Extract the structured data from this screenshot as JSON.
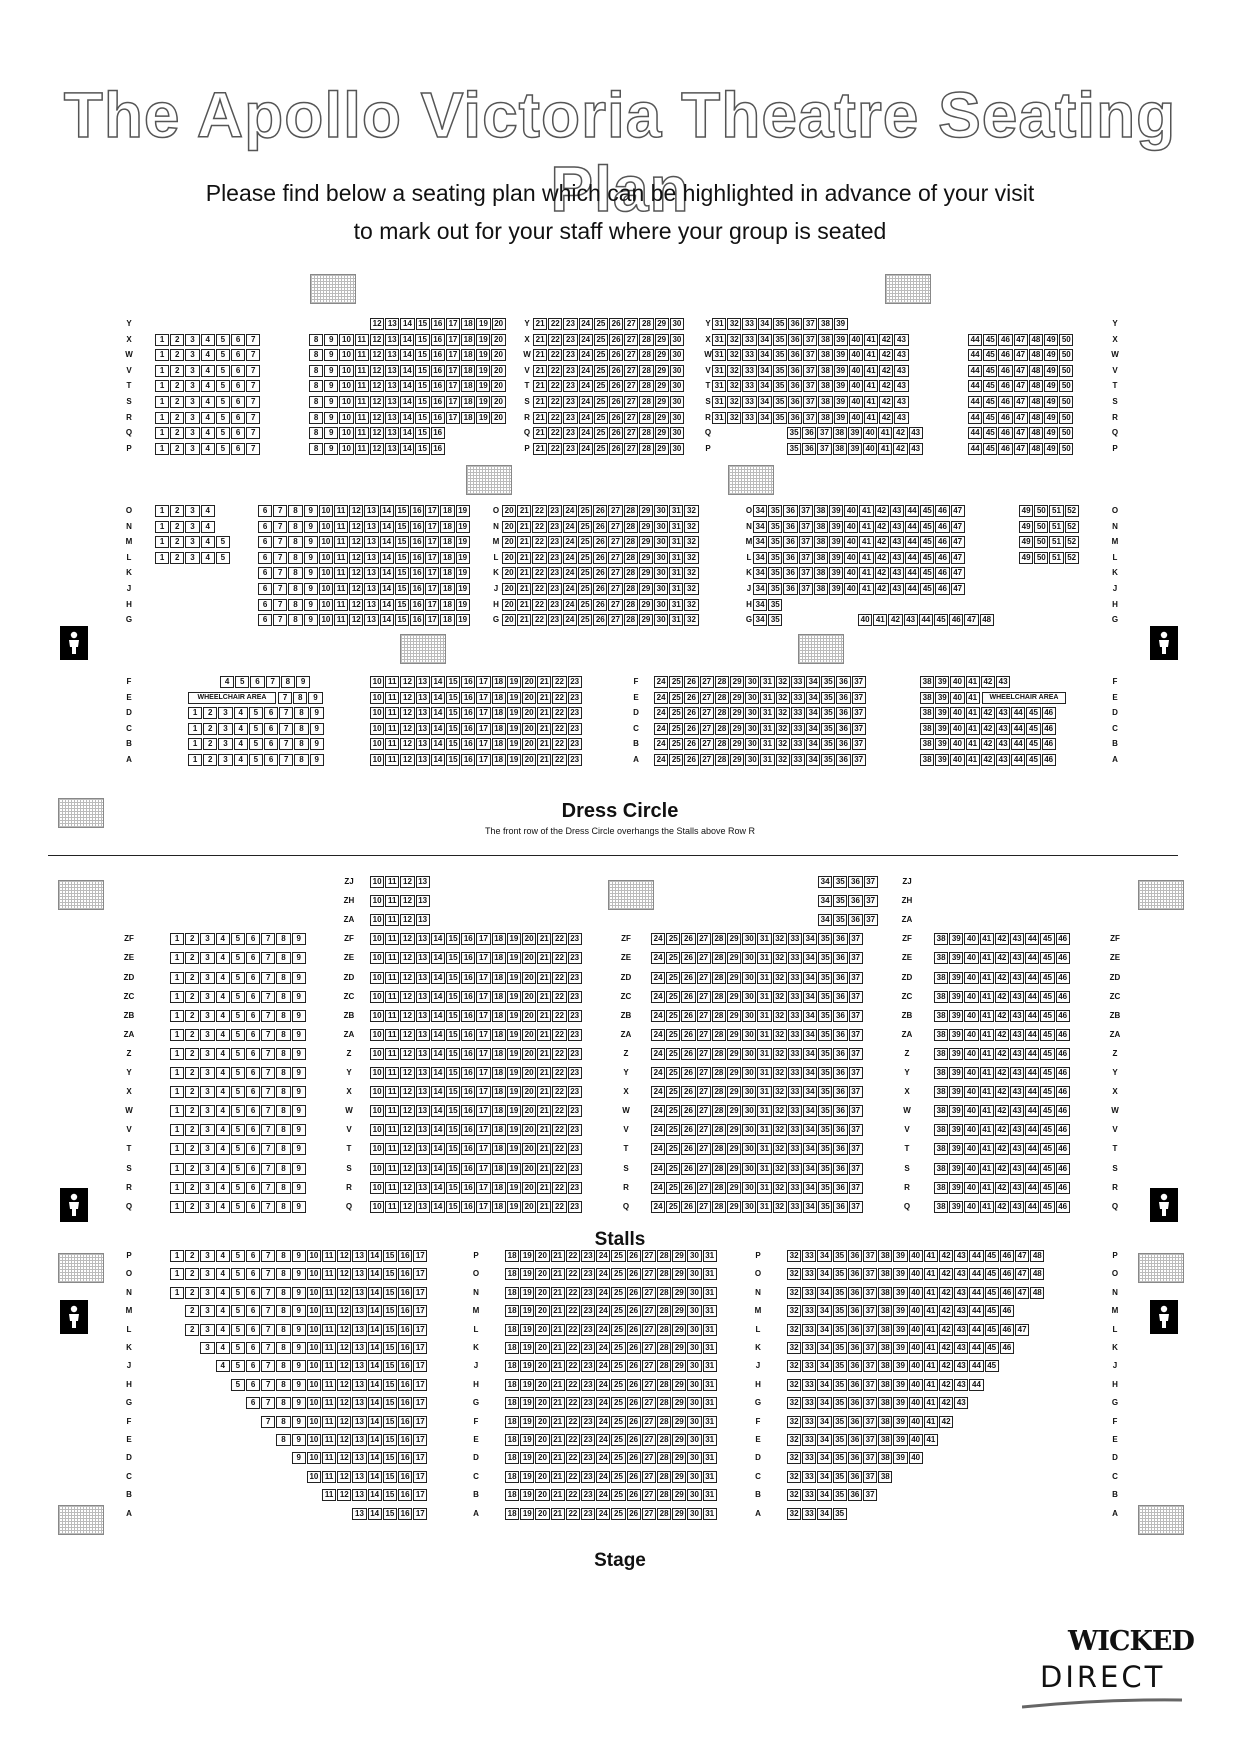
{
  "page": {
    "title": "The Apollo Victoria Theatre Seating Plan",
    "intro_line1": "Please find below a seating plan which can be highlighted in advance of your visit",
    "intro_line2": "to mark out for your staff where your group is seated"
  },
  "labels": {
    "dress_circle": "Dress Circle",
    "dress_circle_note": "The front row of the Dress Circle overhangs the Stalls above Row R",
    "stalls": "Stalls",
    "stage": "Stage",
    "wheelchair_area": "WHEELCHAIR AREA"
  },
  "branding": {
    "logo_text": "WICKED",
    "direct_text": "DIRECT"
  },
  "icons": {
    "toilet": "toilet-icon",
    "exit": "exit-sign-icon",
    "logo": "wicked-logo"
  },
  "dress_circle": {
    "rows_upper": [
      "Y",
      "X",
      "W",
      "V",
      "T",
      "S",
      "R",
      "Q",
      "P"
    ],
    "rows_middle": [
      "O",
      "N",
      "M",
      "L",
      "K",
      "J",
      "H",
      "G"
    ],
    "rows_front": [
      "F",
      "E",
      "D",
      "C",
      "B",
      "A"
    ]
  },
  "stalls": {
    "rows_rear": [
      "ZJ",
      "ZH",
      "ZA",
      "ZF",
      "ZE",
      "ZD",
      "ZC",
      "ZB",
      "ZA",
      "Z",
      "Y",
      "X",
      "W",
      "V",
      "T",
      "S",
      "R",
      "Q"
    ],
    "rows_front": [
      "P",
      "O",
      "N",
      "M",
      "L",
      "K",
      "J",
      "H",
      "G",
      "F",
      "E",
      "D",
      "C",
      "B",
      "A"
    ]
  }
}
